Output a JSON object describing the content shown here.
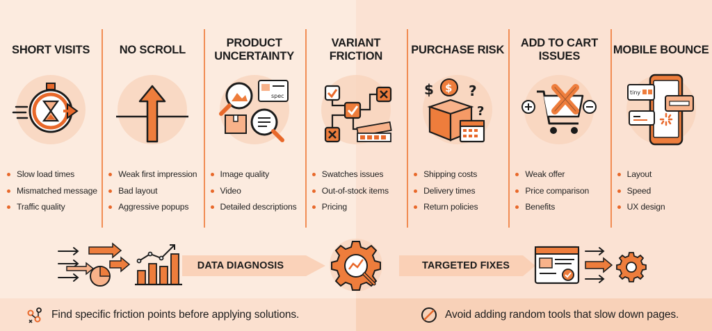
{
  "columns": [
    {
      "id": "short-visits",
      "title": "SHORT VISITS",
      "icon": "stopwatch-hourglass-icon",
      "bullets": [
        "Slow load times",
        "Mismatched message",
        "Traffic quality"
      ]
    },
    {
      "id": "no-scroll",
      "title": "NO SCROLL",
      "icon": "up-arrow-icon",
      "bullets": [
        "Weak first impression",
        "Bad layout",
        "Aggressive popups"
      ]
    },
    {
      "id": "product-uncertainty",
      "title": "PRODUCT UNCERTAINTY",
      "icon": "magnifier-product-icon",
      "bullets": [
        "Image quality",
        "Video",
        "Detailed descriptions"
      ]
    },
    {
      "id": "variant-friction",
      "title": "VARIANT FRICTION",
      "icon": "variant-flow-icon",
      "bullets": [
        "Swatches issues",
        "Out-of-stock items",
        "Pricing"
      ]
    },
    {
      "id": "purchase-risk",
      "title": "PURCHASE RISK",
      "icon": "box-dollar-icon",
      "bullets": [
        "Shipping costs",
        "Delivery times",
        "Return policies"
      ]
    },
    {
      "id": "add-to-cart-issues",
      "title": "ADD TO CART ISSUES",
      "icon": "cart-x-icon",
      "bullets": [
        "Weak offer",
        "Price comparison",
        "Benefits"
      ]
    },
    {
      "id": "mobile-bounce",
      "title": "MOBILE BOUNCE",
      "icon": "mobile-phone-icon",
      "bullets": [
        "Layout",
        "Speed",
        "UX design"
      ]
    }
  ],
  "icon_labels": {
    "spec": "spec",
    "tiny": "tiny"
  },
  "flow": {
    "diagnosis_label": "DATA DIAGNOSIS",
    "fixes_label": "TARGETED FIXES"
  },
  "footer": {
    "left_text": "Find specific friction points before applying solutions.",
    "right_text": "Avoid adding random tools that slow down pages.",
    "left_icon": "friction-points-icon",
    "right_icon": "prohibited-icon"
  },
  "colors": {
    "accent": "#e8682a",
    "accent_light": "#f8d3bb",
    "background": "#fdf1e8",
    "text": "#1b1b1b"
  }
}
